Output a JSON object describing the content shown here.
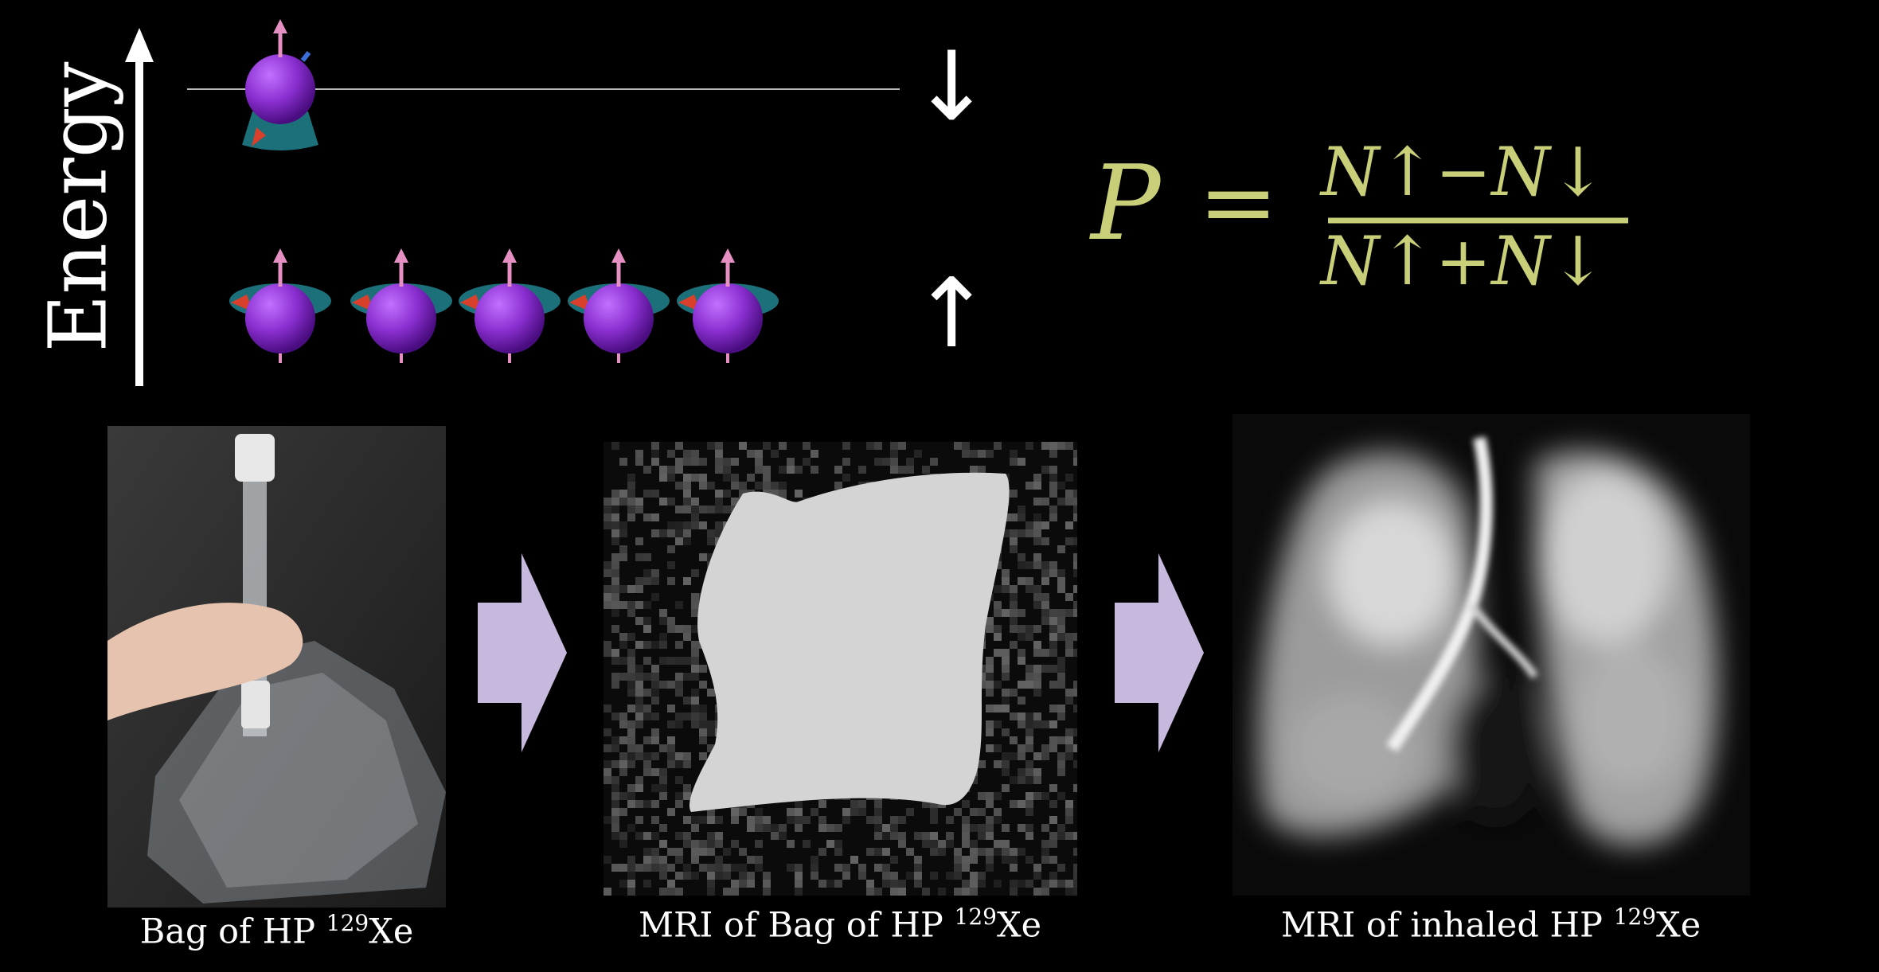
{
  "diagram": {
    "energy_label": "Energy",
    "spin_symbols": {
      "down": "↓",
      "up": "↑"
    },
    "upper_level_count": 1,
    "lower_level_count": 5,
    "formula": {
      "lhs": "P",
      "equals": "=",
      "numerator": "N↑−N↓",
      "denominator": "N↑+N↓"
    }
  },
  "panels": [
    {
      "caption_prefix": "Bag of HP ",
      "isotope_mass": "129",
      "element": "Xe"
    },
    {
      "caption_prefix": "MRI of Bag of HP ",
      "isotope_mass": "129",
      "element": "Xe"
    },
    {
      "caption_prefix": "MRI of inhaled HP ",
      "isotope_mass": "129",
      "element": "Xe"
    }
  ],
  "colors": {
    "background": "#000000",
    "formula": "#c9cf78",
    "sphere": "#8a2fd0",
    "disk": "#1f7c86",
    "spin_arrow": "#e58fc2",
    "flow_arrow": "#c7b9de"
  }
}
